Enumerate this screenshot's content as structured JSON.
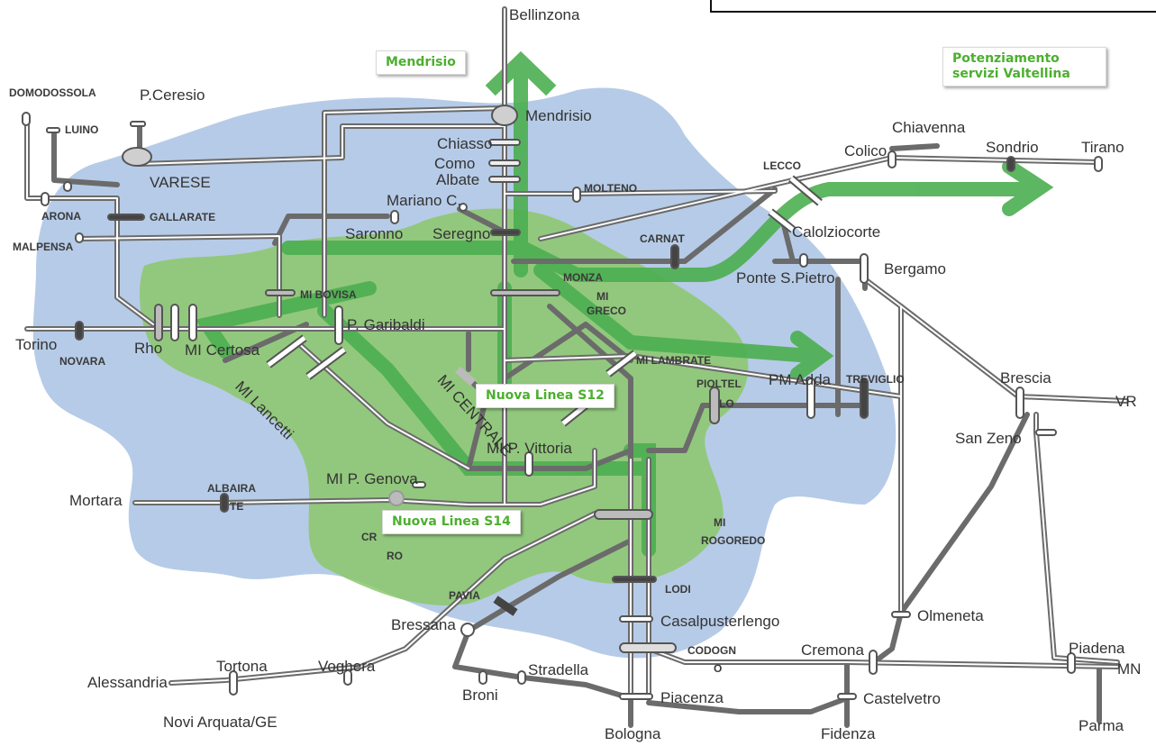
{
  "colors": {
    "rail": "#6b6b6b",
    "rail_inner": "#ffffff",
    "area_blue": "#9fbbdf",
    "area_green": "#7dc062",
    "green_line": "#4caf50",
    "green_text": "#4caf2f",
    "station_fill": "#d0d0d0",
    "station_dark": "#444444"
  },
  "callouts": {
    "mendrisio": "Mendrisio",
    "valtellina": "Potenziamento servizi Valtellina",
    "s12": "Nuova Linea S12",
    "s14": "Nuova Linea S14"
  },
  "stations": {
    "bellinzona": "Bellinzona",
    "mendrisio": "Mendrisio",
    "chiasso": "Chiasso",
    "como": "Como",
    "albate": "Albate",
    "molteno": "MOLTENO",
    "domodossola": "DOMODOSSOLA",
    "luino": "LUINO",
    "p_ceresio": "P.Ceresio",
    "varese": "VARESE",
    "arona": "ARONA",
    "gallarate": "GALLARATE",
    "malpensa": "MALPENSA",
    "mariano": "Mariano C.",
    "saronno": "Saronno",
    "seregno": "Seregno",
    "lecco": "LECCO",
    "colico": "Colico",
    "chiavenna": "Chiavenna",
    "sondrio": "Sondrio",
    "tirano": "Tirano",
    "calolziocorte": "Calolziocorte",
    "carnat": "CARNAT",
    "ponte_s_pietro": "Ponte S.Pietro",
    "bergamo": "Bergamo",
    "monza": "MONZA",
    "mi_greco_1": "MI",
    "mi_greco_2": "GRECO",
    "mi_bovisa": "MI BOVISA",
    "p_garibaldi": "P. Garibaldi",
    "torino": "Torino",
    "novara": "NOVARA",
    "rho": "Rho",
    "mi_certosa": "MI Certosa",
    "mi_lancetti": "MI Lancetti",
    "mi_centrale": "MI CENTRALE",
    "mi_lambrate": "MI LAMBRATE",
    "pioltello": "PIOLTEL",
    "pioltello_b": "LO",
    "pm_adda": "PM Adda",
    "treviglio": "TREVIGLIO",
    "brescia": "Brescia",
    "vr": "VR",
    "san_zeno": "San Zeno",
    "mi_p_vittoria": "MI P. Vittoria",
    "mi_p_genova": "MI P. Genova",
    "albaira": "ALBAIRA",
    "albaira_b": "TE",
    "mortara": "Mortara",
    "cr": "CR",
    "ro": "RO",
    "mi_rogoredo_1": "MI",
    "mi_rogoredo_2": "ROGOREDO",
    "pavia": "PAVIA",
    "lodi": "LODI",
    "bressana": "Bressana",
    "casalpusterlengo": "Casalpusterlengo",
    "codogno_1": "CODOGN",
    "codogno_2": "O",
    "olmeneta": "Olmeneta",
    "cremona": "Cremona",
    "piadena": "Piadena",
    "mn": "MN",
    "tortona": "Tortona",
    "voghera": "Voghera",
    "stradella": "Stradella",
    "alessandria": "Alessandria",
    "broni": "Broni",
    "piacenza": "Piacenza",
    "castelvetro": "Castelvetro",
    "novi": "Novi Arquata/GE",
    "bologna": "Bologna",
    "fidenza": "Fidenza",
    "parma": "Parma"
  }
}
